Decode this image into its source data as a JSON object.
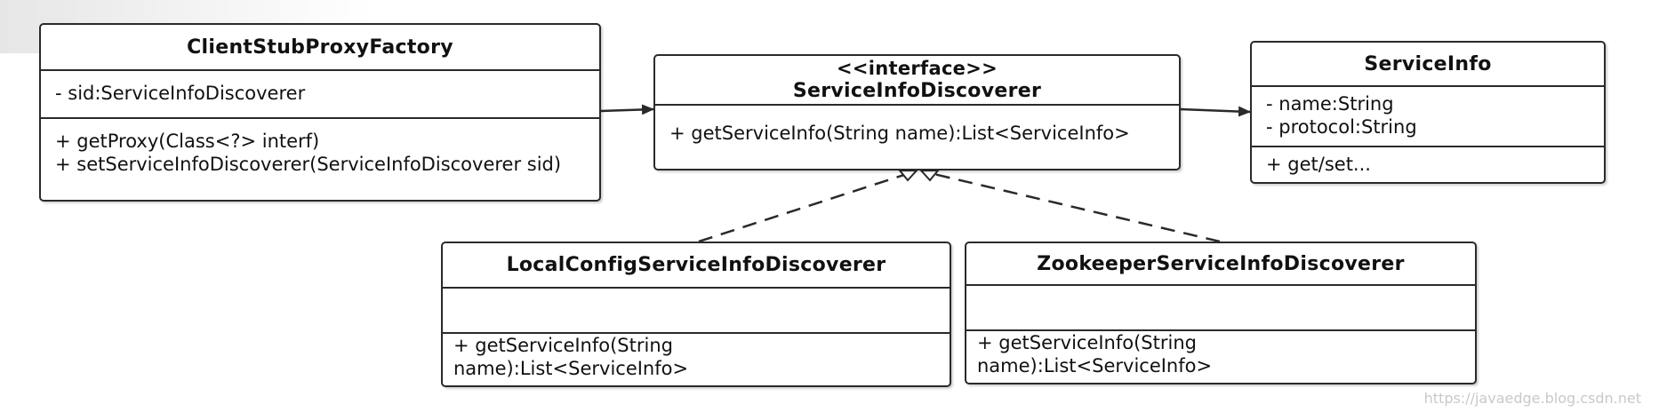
{
  "classes": {
    "client": {
      "name": "ClientStubProxyFactory",
      "attributes": [
        "- sid:ServiceInfoDiscoverer"
      ],
      "methods": [
        "+ getProxy(Class<?> interf)",
        "+ setServiceInfoDiscoverer(ServiceInfoDiscoverer sid)"
      ]
    },
    "discoverer": {
      "stereotype": "<<interface>>",
      "name": "ServiceInfoDiscoverer",
      "methods": [
        "+ getServiceInfo(String name):List<ServiceInfo>"
      ]
    },
    "serviceinfo": {
      "name": "ServiceInfo",
      "attributes": [
        "- name:String",
        "- protocol:String"
      ],
      "methods": [
        "+ get/set..."
      ]
    },
    "local": {
      "name": "LocalConfigServiceInfoDiscoverer",
      "methods": [
        "+ getServiceInfo(String name):List<ServiceInfo>"
      ]
    },
    "zookeeper": {
      "name": "ZookeeperServiceInfoDiscoverer",
      "methods": [
        "+ getServiceInfo(String name):List<ServiceInfo>"
      ]
    }
  },
  "relations": [
    {
      "from": "ClientStubProxyFactory",
      "to": "ServiceInfoDiscoverer",
      "type": "association"
    },
    {
      "from": "ServiceInfoDiscoverer",
      "to": "ServiceInfo",
      "type": "association"
    },
    {
      "from": "LocalConfigServiceInfoDiscoverer",
      "to": "ServiceInfoDiscoverer",
      "type": "realization"
    },
    {
      "from": "ZookeeperServiceInfoDiscoverer",
      "to": "ServiceInfoDiscoverer",
      "type": "realization"
    }
  ],
  "watermark": "https://javaedge.blog.csdn.net",
  "colors": {
    "stroke": "#2a2a2a",
    "background": "#ffffff"
  }
}
